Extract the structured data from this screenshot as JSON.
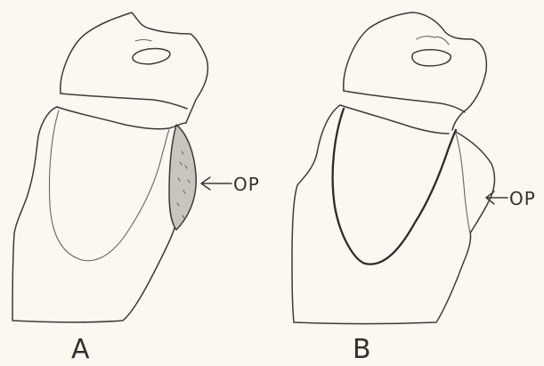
{
  "panels": [
    {
      "id": "A",
      "label": "A",
      "annotation": "OP"
    },
    {
      "id": "B",
      "label": "B",
      "annotation": "OP"
    }
  ],
  "colors": {
    "background": "#fbf8f0",
    "pencil": "#3f3a36",
    "shading": "#b9b3ad"
  }
}
